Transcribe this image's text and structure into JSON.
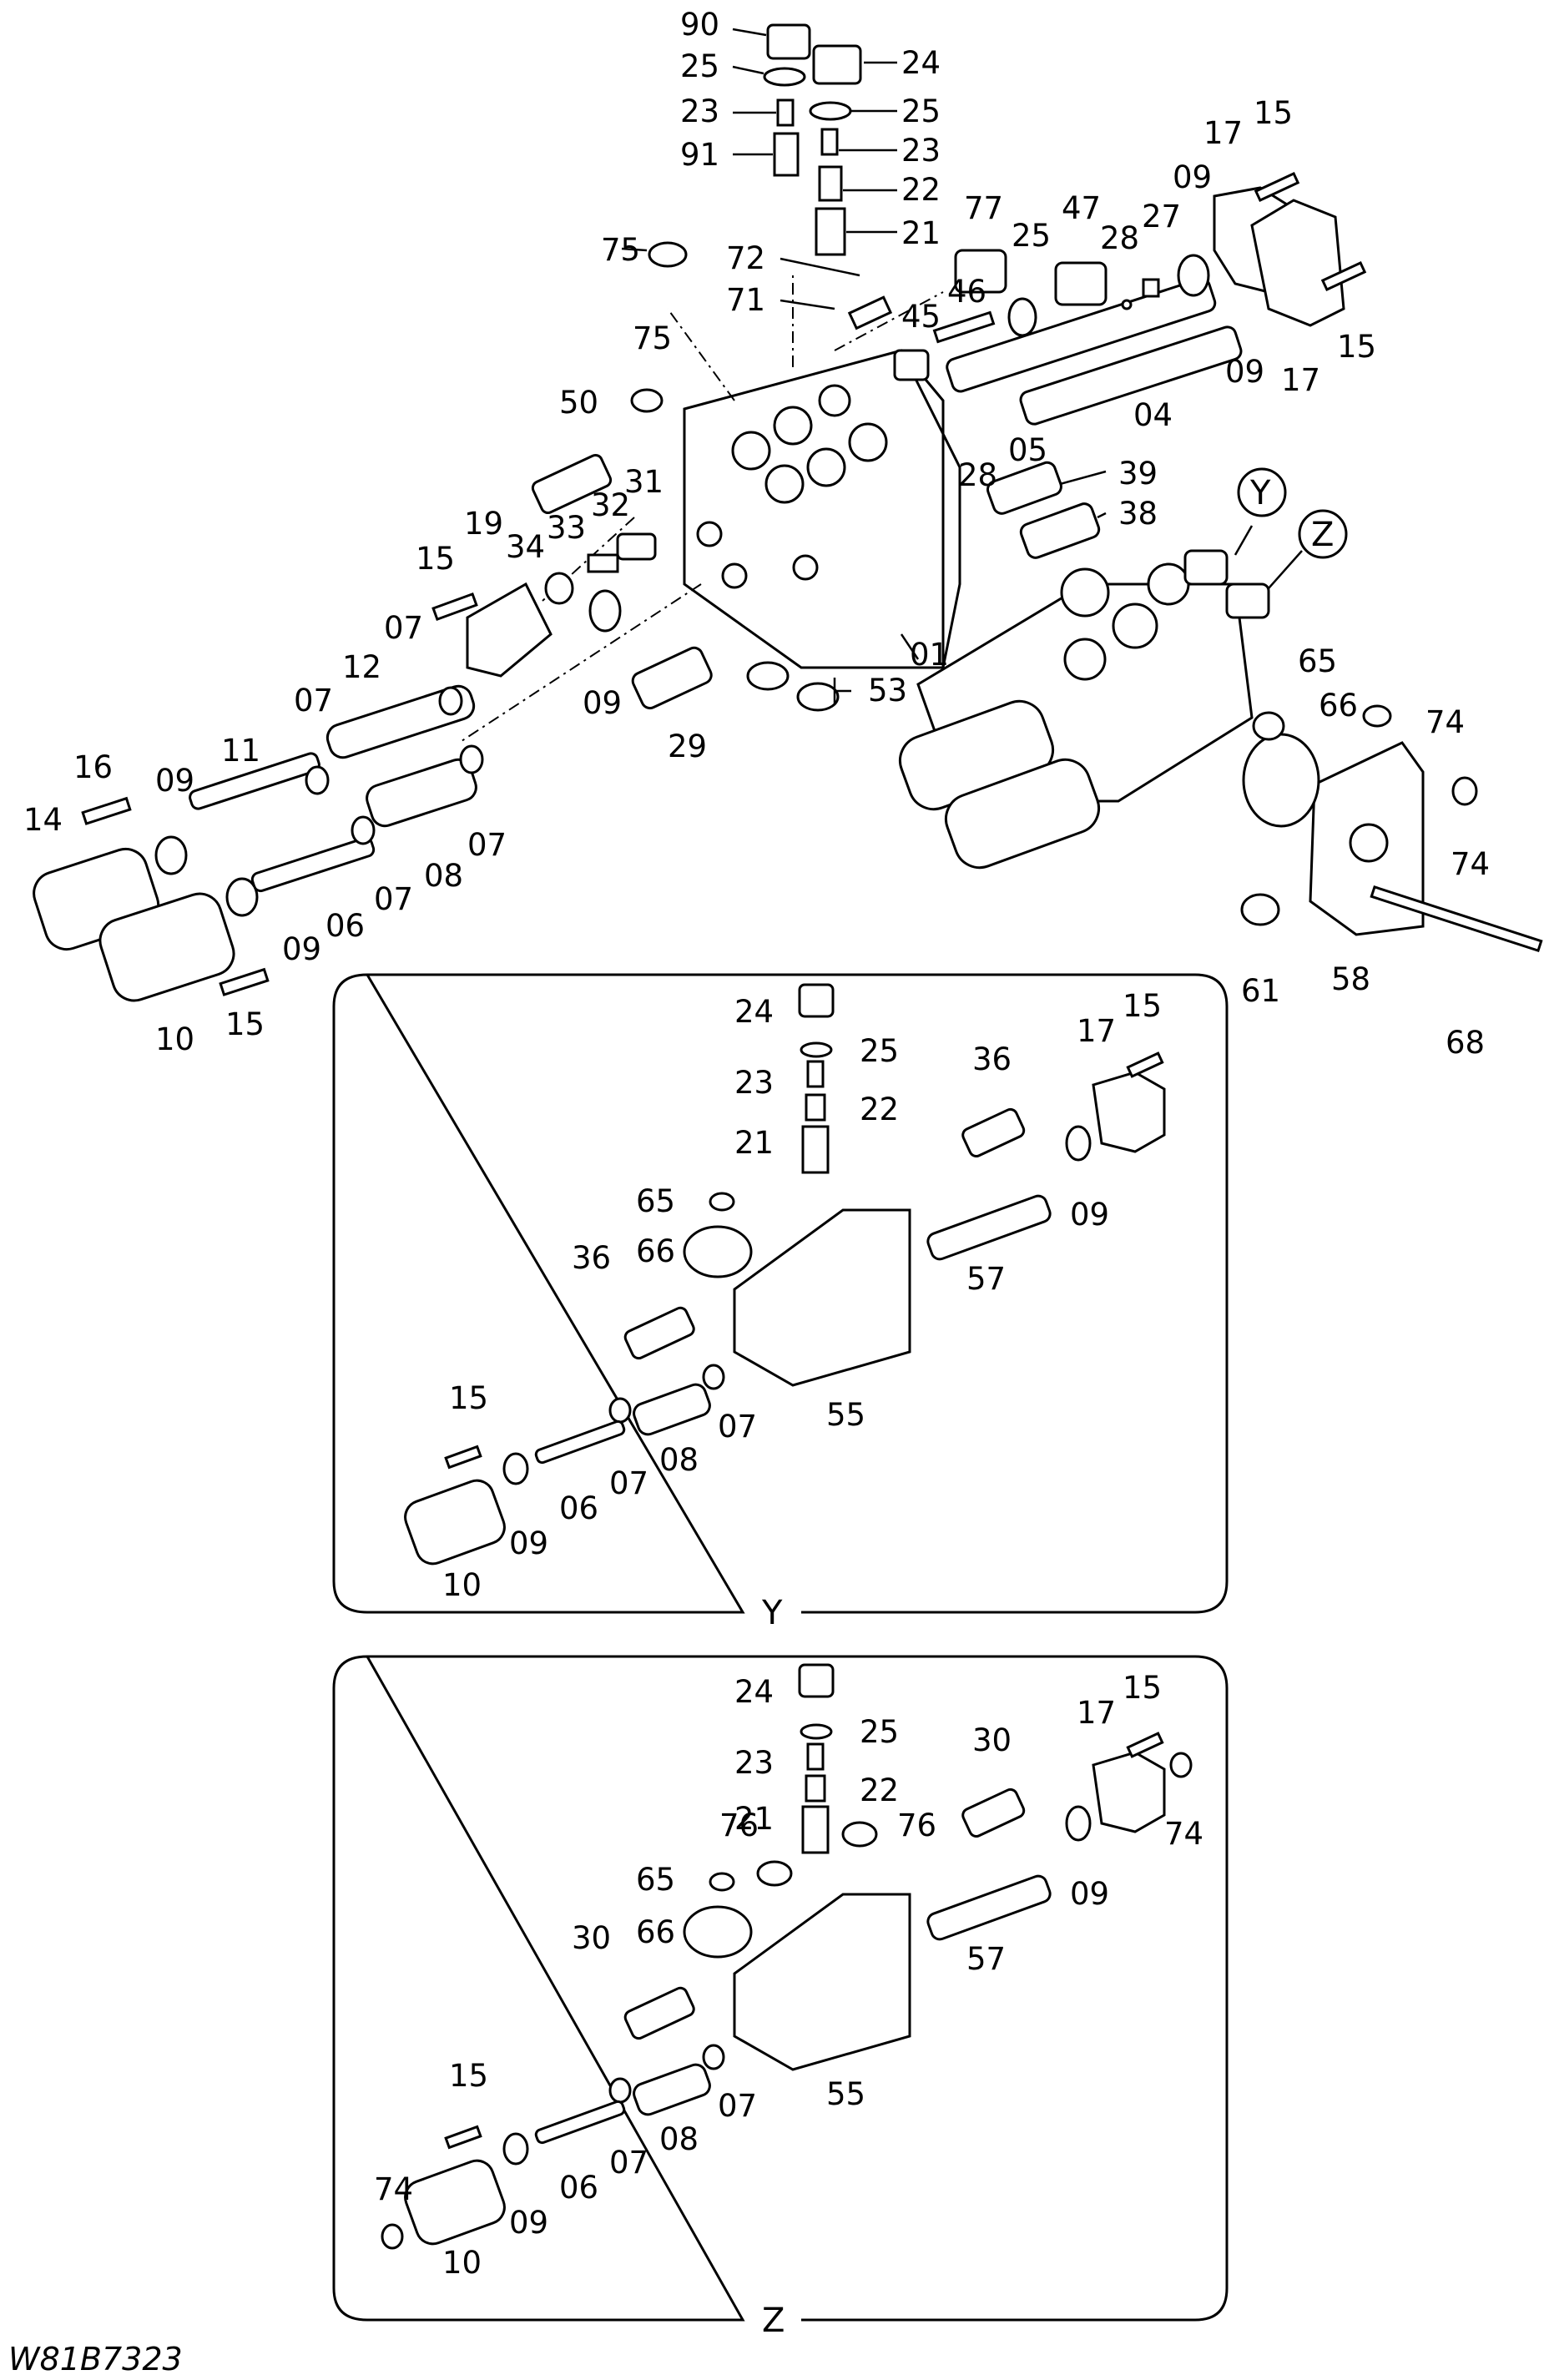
{
  "drawing_code": "W81B7323",
  "detail_labels": {
    "y": "Y",
    "z": "Z"
  },
  "labels": {
    "l90": "90",
    "l25a": "25",
    "l23a": "23",
    "l91": "91",
    "l24a": "24",
    "l25b": "25",
    "l23b": "23",
    "l22a": "22",
    "l21a": "21",
    "l75a": "75",
    "l72": "72",
    "l71": "71",
    "l75b": "75",
    "l50": "50",
    "l77": "77",
    "l25c": "25",
    "l47": "47",
    "l28a": "28",
    "l27": "27",
    "l46": "46",
    "l45": "45",
    "l17a": "17",
    "l15a": "15",
    "l09a": "09",
    "l09b": "09",
    "l17b": "17",
    "l15b": "15",
    "l04": "04",
    "l05": "05",
    "l28b": "28",
    "l39": "39",
    "l38": "38",
    "l31": "31",
    "l32": "32",
    "l33": "33",
    "l34": "34",
    "l19": "19",
    "l15c": "15",
    "l07a": "07",
    "l12": "12",
    "l07b": "07",
    "l09c": "09",
    "l01": "01",
    "l53": "53",
    "l29": "29",
    "l16": "16",
    "l11": "11",
    "l09d": "09",
    "l14": "14",
    "l07c": "07",
    "l07d": "07",
    "l08a": "08",
    "l06a": "06",
    "l09e": "09",
    "l10a": "10",
    "l15d": "15",
    "l65a": "65",
    "l66a": "66",
    "l74a": "74",
    "l74b": "74",
    "l61": "61",
    "l58": "58",
    "l68": "68",
    "yl24": "24",
    "yl25": "25",
    "yl23": "23",
    "yl22": "22",
    "yl21": "21",
    "yl36a": "36",
    "yl15a": "15",
    "yl17": "17",
    "yl65": "65",
    "yl66": "66",
    "yl09a": "09",
    "yl57": "57",
    "yl36b": "36",
    "yl55": "55",
    "yl15b": "15",
    "yl07a": "07",
    "yl08": "08",
    "yl07b": "07",
    "yl06": "06",
    "yl09b": "09",
    "yl10": "10",
    "zl24": "24",
    "zl25": "25",
    "zl23": "23",
    "zl22": "22",
    "zl21": "21",
    "zl30a": "30",
    "zl15a": "15",
    "zl17": "17",
    "zl76a": "76",
    "zl76b": "76",
    "zl65": "65",
    "zl66": "66",
    "zl74a": "74",
    "zl09a": "09",
    "zl57": "57",
    "zl30b": "30",
    "zl55": "55",
    "zl15b": "15",
    "zl07a": "07",
    "zl08": "08",
    "zl07b": "07",
    "zl74b": "74",
    "zl06": "06",
    "zl09b": "09",
    "zl10": "10"
  },
  "callouts": {
    "y": "Y",
    "z": "Z"
  }
}
